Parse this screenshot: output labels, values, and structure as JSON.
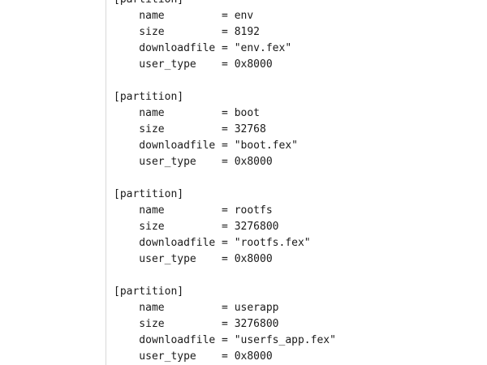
{
  "editor": {
    "background_color": "#ffffff",
    "text_color": "#1a1a1a",
    "margin_divider_color": "#d8d8d8"
  },
  "file": {
    "format": "fex partition configuration",
    "partitions": [
      {
        "name": "env",
        "size": "8192",
        "downloadfile": "\"env.fex\"",
        "user_type": "0x8000"
      },
      {
        "name": "boot",
        "size": "32768",
        "downloadfile": "\"boot.fex\"",
        "user_type": "0x8000"
      },
      {
        "name": "rootfs",
        "size": "3276800",
        "downloadfile": "\"rootfs.fex\"",
        "user_type": "0x8000"
      },
      {
        "name": "userapp",
        "size": "3276800",
        "downloadfile": "\"userfs_app.fex\"",
        "user_type": "0x8000"
      }
    ]
  },
  "lines": [
    "[partition]",
    "    name         = env",
    "    size         = 8192",
    "    downloadfile = \"env.fex\"",
    "    user_type    = 0x8000",
    "",
    "[partition]",
    "    name         = boot",
    "    size         = 32768",
    "    downloadfile = \"boot.fex\"",
    "    user_type    = 0x8000",
    "",
    "[partition]",
    "    name         = rootfs",
    "    size         = 3276800",
    "    downloadfile = \"rootfs.fex\"",
    "    user_type    = 0x8000",
    "",
    "[partition]",
    "    name         = userapp",
    "    size         = 3276800",
    "    downloadfile = \"userfs_app.fex\"",
    "    user_type    = 0x8000"
  ]
}
